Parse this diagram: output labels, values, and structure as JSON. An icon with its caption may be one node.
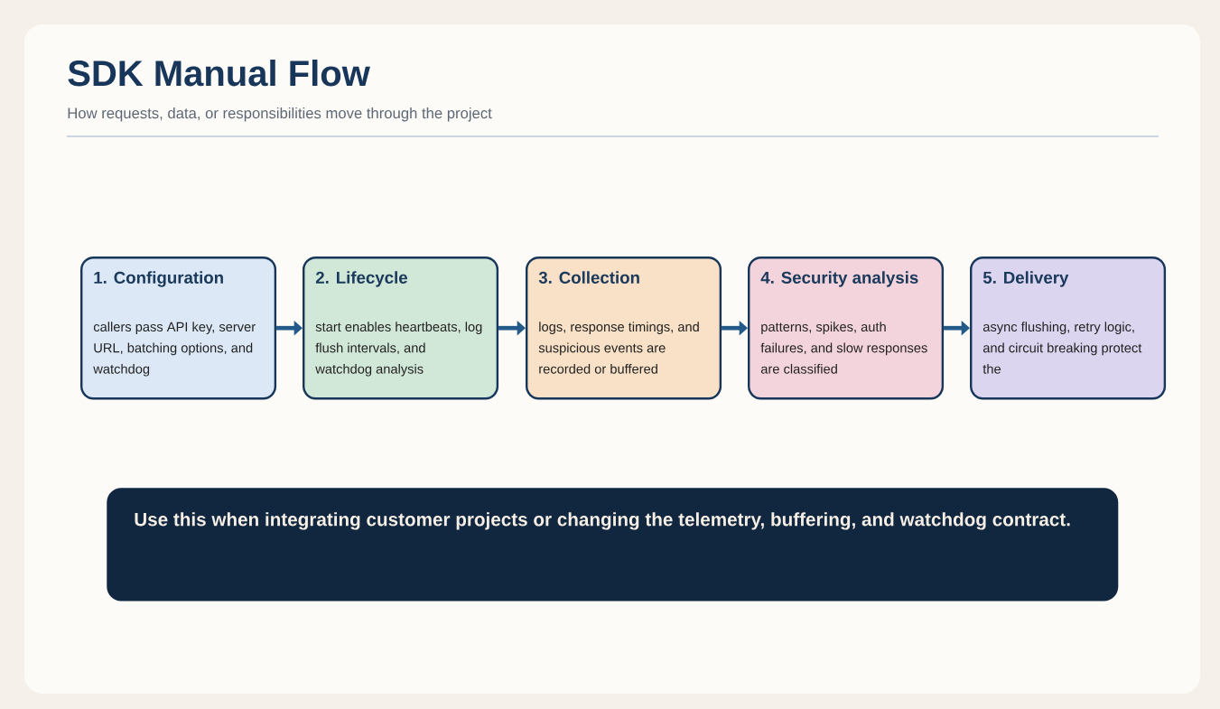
{
  "diagram": {
    "title": "SDK Manual Flow",
    "nodes": [
      {
        "text": [
          "1. Configuration",
          "callers pass API key, server URL, batching options, and watchdog"
        ]
      },
      {
        "text": [
          "2. Lifecycle",
          "start enables heartbeats, log flush intervals, and watchdog analysis"
        ]
      },
      {
        "text": [
          "3. Collection",
          "logs, response timings, and suspicious events are recorded or buffered"
        ]
      },
      {
        "text": [
          "4. Security analysis",
          "patterns, spikes, auth failures, and slow responses are classified"
        ]
      },
      {
        "text": [
          "5. Delivery",
          "async flushing, retry logic, and circuit breaking protect the"
        ]
      },
      {
        "text": [
          "Use this when integrating customer projects or changing the telemetry, buffering, and watchdog contract."
        ]
      }
    ],
    "edges": [
      {
        "from": 0,
        "to": 1,
        "arrow": "to"
      },
      {
        "from": 1,
        "to": 2,
        "arrow": "to"
      },
      {
        "from": 2,
        "to": 3,
        "arrow": "to"
      },
      {
        "from": 3,
        "to": 4,
        "arrow": "to"
      }
    ],
    "labels": [
      "How requests, data, or responsibilities move through the project"
    ]
  }
}
